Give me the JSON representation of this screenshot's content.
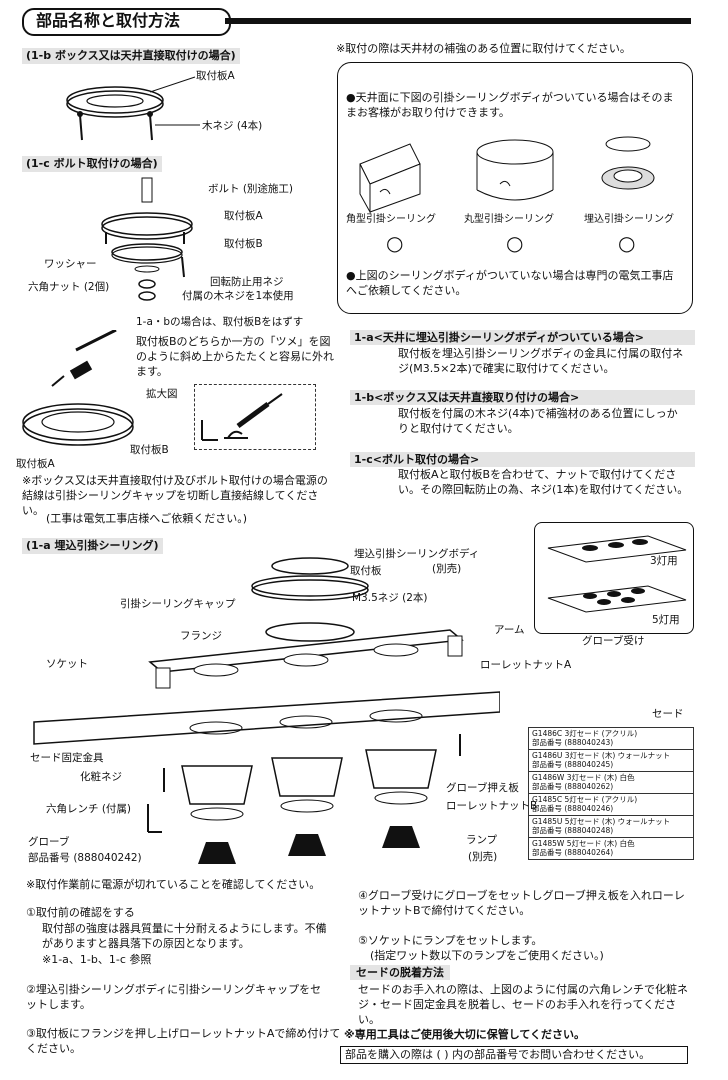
{
  "title": "部品名称と取付方法",
  "top_note": "※取付の際は天井材の補強のある位置に取付けてください。",
  "sec_1b": {
    "heading": "(1-b ボックス又は天井直接取付けの場合)",
    "plate_a": "取付板A",
    "wood_screw": "木ネジ (4本)"
  },
  "sec_1c": {
    "heading": "(1-c ボルト取付けの場合)",
    "bolt": "ボルト (別途施工)",
    "plate_a": "取付板A",
    "plate_b": "取付板B",
    "washer": "ワッシャー",
    "hex_nut": "六角ナット (2個)",
    "anti_rotation": "回転防止用ネジ",
    "anti_rotation_note": "付属の木ネジを1本使用"
  },
  "plate_b_removal": {
    "lead": "1-a・bの場合は、取付板Bをはずす",
    "desc": "取付板Bのどちらか一方の「ツメ」を図のように斜め上からたたくと容易に外れます。",
    "zoom_label": "拡大図",
    "plate_b": "取付板B",
    "plate_a": "取付板A"
  },
  "box_note": {
    "line1": "※ボックス又は天井直接取付け及びボルト取付けの場合電源の結線は引掛シーリングキャップを切断し直接結線してください。",
    "line2": "(工事は電気工事店様へご依頼ください。)"
  },
  "ceiling_box": {
    "intro": "●天井面に下図の引掛シーリングボディがついている場合はそのままお客様がお取り付けできます。",
    "types": [
      {
        "label": "角型引掛シーリング",
        "mark": "○"
      },
      {
        "label": "丸型引掛シーリング",
        "mark": "○"
      },
      {
        "label": "埋込引掛シーリング",
        "mark": "○"
      }
    ],
    "outro": "●上図のシーリングボディがついていない場合は専門の電気工事店へご依頼してください。"
  },
  "right_1a": {
    "heading": "1-a<天井に埋込引掛シーリングボディがついている場合>",
    "body": "取付板を埋込引掛シーリングボディの金具に付属の取付ネジ(M3.5×2本)で確実に取付けてください。"
  },
  "right_1b": {
    "heading": "1-b<ボックス又は天井直接取り付けの場合>",
    "body": "取付板を付属の木ネジ(4本)で補強材のある位置にしっかりと取付けてください。"
  },
  "right_1c": {
    "heading": "1-c<ボルト取付の場合>",
    "body": "取付板Aと取付板Bを合わせて、ナットで取付けてください。その際回転防止の為、ネジ(1本)を取付けてください。"
  },
  "sec_1a": {
    "heading": "(1-a 埋込引掛シーリング)",
    "labels": {
      "body": "埋込引掛シーリングボディ",
      "sold_separately": "(別売)",
      "plate": "取付板",
      "cap": "引掛シーリングキャップ",
      "m35": "M3.5ネジ (2本)",
      "flange": "フランジ",
      "arm": "アーム",
      "globe_holder": "グローブ受け",
      "socket": "ソケット",
      "roulette_a": "ローレットナットA",
      "shade": "セード",
      "shade_bracket": "セード固定金具",
      "deco_screw": "化粧ネジ",
      "hex_wrench": "六角レンチ (付属)",
      "globe": "グローブ",
      "globe_part": "部品番号 (888040242)",
      "globe_press": "グローブ押え板",
      "roulette_b": "ローレットナットB",
      "lamp": "ランプ",
      "lamp_sep": "(別売)",
      "three_light": "3灯用",
      "five_light": "5灯用"
    }
  },
  "parts_table": [
    {
      "model": "G1486C",
      "desc": "3灯セード (アクリル)",
      "part": "部品番号 (888040243)"
    },
    {
      "model": "G1486U",
      "desc": "3灯セード (木) ウォールナット",
      "part": "部品番号 (888040245)"
    },
    {
      "model": "G1486W",
      "desc": "3灯セード (木) 白色",
      "part": "部品番号 (888040262)"
    },
    {
      "model": "G1485C",
      "desc": "5灯セード (アクリル)",
      "part": "部品番号 (888040246)"
    },
    {
      "model": "G1485U",
      "desc": "5灯セード (木) ウォールナット",
      "part": "部品番号 (888040248)"
    },
    {
      "model": "G1485W",
      "desc": "5灯セード (木) 白色",
      "part": "部品番号 (888040264)"
    }
  ],
  "bottom_left": {
    "power_note": "※取付作業前に電源が切れていることを確認してください。",
    "step1_title": "①取付前の確認をする",
    "step1_body": "取付部の強度は器具質量に十分耐えるようにします。不備がありますと器具落下の原因となります。",
    "step1_ref": "※1-a、1-b、1-c 参照",
    "step2": "②埋込引掛シーリングボディに引掛シーリングキャップをセットします。",
    "step3": "③取付板にフランジを押し上げローレットナットAで締め付けてください。"
  },
  "bottom_right": {
    "step4": "④グローブ受けにグローブをセットしグローブ押え板を入れローレットナットBで締付けてください。",
    "step5": "⑤ソケットにランプをセットします。",
    "step5_note": "(指定ワット数以下のランプをご使用ください。)",
    "shade_title": "セードの脱着方法",
    "shade_body": "セードのお手入れの際は、上図のように付属の六角レンチで化粧ネジ・セード固定金具を脱着し、セードのお手入れを行ってください。",
    "tool_note": "※専用工具はご使用後大切に保管してください。",
    "purchase_note": "部品を購入の際は ( ) 内の部品番号でお問い合わせください。"
  }
}
